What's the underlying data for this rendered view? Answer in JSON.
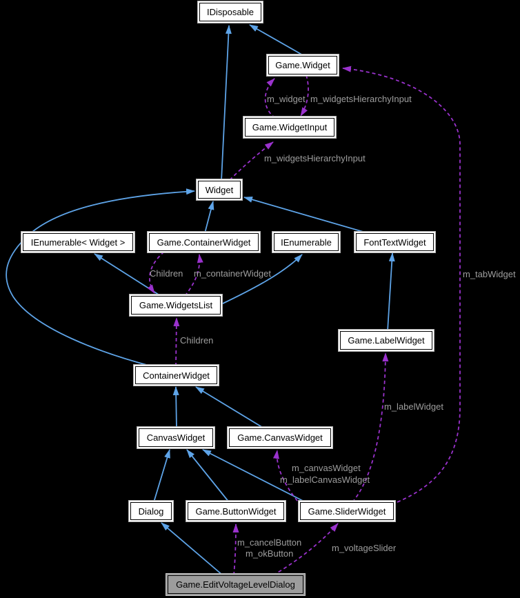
{
  "diagram": {
    "kind": "collaboration-graph",
    "highlighted_node": "Game.EditVoltageLevelDialog",
    "colors": {
      "background": "#000000",
      "inheritance_edge": "#5ea4e8",
      "usage_edge": "#9a32cd",
      "edge_label_text": "#9e9e9e",
      "node_fill": "#ffffff",
      "node_border": "#000000",
      "node_outer_border": "#b2b2b2",
      "highlight_node_fill": "#9c9c9c"
    },
    "nodes": [
      {
        "id": "idisposable",
        "label": "IDisposable"
      },
      {
        "id": "game-widget",
        "label": "Game.Widget"
      },
      {
        "id": "game-widgetinput",
        "label": "Game.WidgetInput"
      },
      {
        "id": "widget",
        "label": "Widget"
      },
      {
        "id": "ienumerable-widget",
        "label": "IEnumerable< Widget >"
      },
      {
        "id": "game-containerwidget",
        "label": "Game.ContainerWidget"
      },
      {
        "id": "ienumerable",
        "label": "IEnumerable"
      },
      {
        "id": "fonttextwidget",
        "label": "FontTextWidget"
      },
      {
        "id": "game-widgetslist",
        "label": "Game.WidgetsList"
      },
      {
        "id": "game-labelwidget",
        "label": "Game.LabelWidget"
      },
      {
        "id": "containerwidget",
        "label": "ContainerWidget"
      },
      {
        "id": "canvaswidget",
        "label": "CanvasWidget"
      },
      {
        "id": "game-canvaswidget",
        "label": "Game.CanvasWidget"
      },
      {
        "id": "dialog",
        "label": "Dialog"
      },
      {
        "id": "game-buttonwidget",
        "label": "Game.ButtonWidget"
      },
      {
        "id": "game-sliderwidget",
        "label": "Game.SliderWidget"
      },
      {
        "id": "game-editvoltageleveldialog",
        "label": "Game.EditVoltageLevelDialog"
      }
    ],
    "edges": [
      {
        "from": "Widget",
        "to": "IDisposable",
        "type": "inheritance",
        "labels": []
      },
      {
        "from": "Game.Widget",
        "to": "IDisposable",
        "type": "inheritance",
        "labels": []
      },
      {
        "from": "Game.ContainerWidget",
        "to": "Widget",
        "type": "inheritance",
        "labels": []
      },
      {
        "from": "FontTextWidget",
        "to": "Widget",
        "type": "inheritance",
        "labels": []
      },
      {
        "from": "ContainerWidget",
        "to": "Widget",
        "type": "inheritance",
        "labels": []
      },
      {
        "from": "Game.WidgetsList",
        "to": "IEnumerable< Widget >",
        "type": "inheritance",
        "labels": []
      },
      {
        "from": "Game.WidgetsList",
        "to": "IEnumerable",
        "type": "inheritance",
        "labels": []
      },
      {
        "from": "Game.LabelWidget",
        "to": "FontTextWidget",
        "type": "inheritance",
        "labels": []
      },
      {
        "from": "CanvasWidget",
        "to": "ContainerWidget",
        "type": "inheritance",
        "labels": []
      },
      {
        "from": "Game.CanvasWidget",
        "to": "ContainerWidget",
        "type": "inheritance",
        "labels": []
      },
      {
        "from": "Dialog",
        "to": "CanvasWidget",
        "type": "inheritance",
        "labels": []
      },
      {
        "from": "Game.ButtonWidget",
        "to": "CanvasWidget",
        "type": "inheritance",
        "labels": []
      },
      {
        "from": "Game.SliderWidget",
        "to": "CanvasWidget",
        "type": "inheritance",
        "labels": []
      },
      {
        "from": "Game.EditVoltageLevelDialog",
        "to": "Dialog",
        "type": "inheritance",
        "labels": []
      },
      {
        "from": "Game.WidgetInput",
        "to": "Game.Widget",
        "type": "usage",
        "labels": [
          "m_widget"
        ]
      },
      {
        "from": "Game.Widget",
        "to": "Game.WidgetInput",
        "type": "usage",
        "labels": [
          "m_widgetsHierarchyInput"
        ]
      },
      {
        "from": "Widget",
        "to": "Game.WidgetInput",
        "type": "usage",
        "labels": [
          "m_widgetsHierarchyInput"
        ]
      },
      {
        "from": "Game.ContainerWidget",
        "to": "Game.WidgetsList",
        "type": "usage",
        "labels": [
          "Children"
        ]
      },
      {
        "from": "Game.WidgetsList",
        "to": "Game.ContainerWidget",
        "type": "usage",
        "labels": [
          "m_containerWidget"
        ]
      },
      {
        "from": "ContainerWidget",
        "to": "Game.WidgetsList",
        "type": "usage",
        "labels": [
          "Children"
        ]
      },
      {
        "from": "Game.SliderWidget",
        "to": "Game.LabelWidget",
        "type": "usage",
        "labels": [
          "m_labelWidget"
        ]
      },
      {
        "from": "Game.SliderWidget",
        "to": "Game.CanvasWidget",
        "type": "usage",
        "labels": [
          "m_canvasWidget",
          "m_labelCanvasWidget"
        ]
      },
      {
        "from": "Game.SliderWidget",
        "to": "Game.Widget",
        "type": "usage",
        "labels": [
          "m_tabWidget"
        ]
      },
      {
        "from": "Game.EditVoltageLevelDialog",
        "to": "Game.ButtonWidget",
        "type": "usage",
        "labels": [
          "m_cancelButton",
          "m_okButton"
        ]
      },
      {
        "from": "Game.EditVoltageLevelDialog",
        "to": "Game.SliderWidget",
        "type": "usage",
        "labels": [
          "m_voltageSlider"
        ]
      }
    ]
  }
}
